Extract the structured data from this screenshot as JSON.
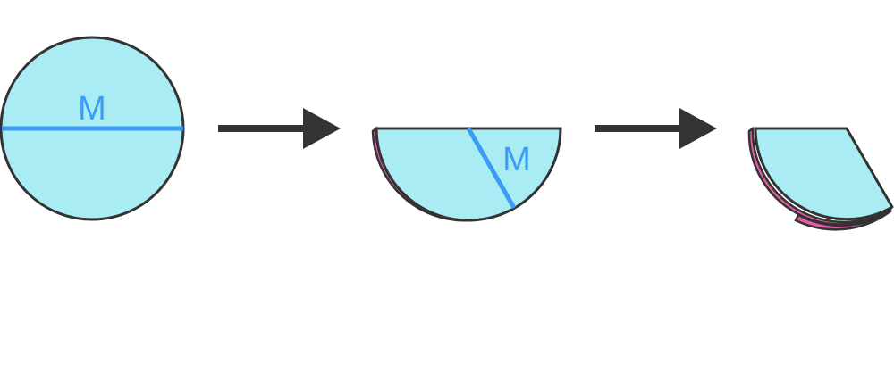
{
  "diagram": {
    "steps": [
      {
        "name": "full-circle",
        "label": "M"
      },
      {
        "name": "folded-half",
        "label": "M"
      },
      {
        "name": "folded-sector"
      }
    ]
  },
  "colors": {
    "fill": "#a9ecf4",
    "stroke": "#333333",
    "fold_line": "#3b9cf5",
    "back_layer": "#e85aa8",
    "arrow": "#333333"
  }
}
